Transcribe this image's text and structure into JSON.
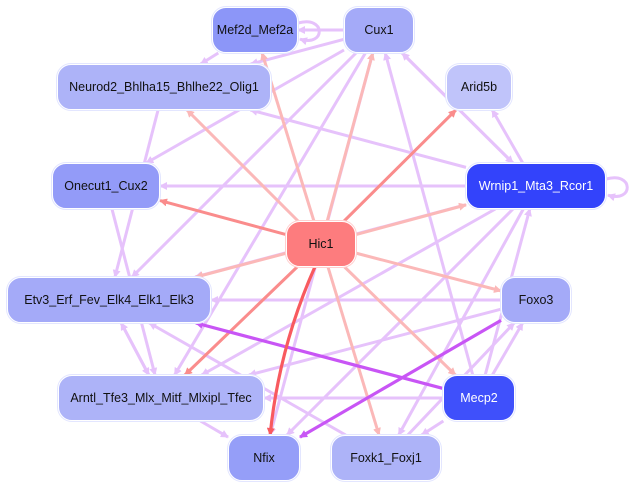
{
  "diagram": {
    "type": "gene regulatory network",
    "colors": {
      "edge_from_hic1_strong": "#f85a5f",
      "edge_from_hic1_medium": "#fa8c8c",
      "edge_from_hic1_light": "#fbb8b8",
      "edge_from_mecp2": "#c855f5",
      "edge_other": "#e6c2fb"
    },
    "nodes": [
      {
        "id": "mef2d",
        "label": "Mef2d_Mef2a",
        "fill": "#8c96f8",
        "text_color": "#111111"
      },
      {
        "id": "cux1",
        "label": "Cux1",
        "fill": "#a4aaf8",
        "text_color": "#111111"
      },
      {
        "id": "neurod2",
        "label": "Neurod2_Bhlha15_Bhlhe22_Olig1",
        "fill": "#adb3f8",
        "text_color": "#111111"
      },
      {
        "id": "arid5b",
        "label": "Arid5b",
        "fill": "#c0c4fa",
        "text_color": "#111111"
      },
      {
        "id": "onecut1",
        "label": "Onecut1_Cux2",
        "fill": "#939bf8",
        "text_color": "#111111"
      },
      {
        "id": "wrnip1",
        "label": "Wrnip1_Mta3_Rcor1",
        "fill": "#3343fb",
        "text_color": "#ffffff"
      },
      {
        "id": "hic1",
        "label": "Hic1",
        "fill": "#fd7c7e",
        "text_color": "#111111"
      },
      {
        "id": "etv3",
        "label": "Etv3_Erf_Fev_Elk4_Elk1_Elk3",
        "fill": "#a4aaf8",
        "text_color": "#111111"
      },
      {
        "id": "foxo3",
        "label": "Foxo3",
        "fill": "#a4aaf8",
        "text_color": "#111111"
      },
      {
        "id": "arntl",
        "label": "Arntl_Tfe3_Mlx_Mitf_Mlxipl_Tfec",
        "fill": "#adb3f8",
        "text_color": "#111111"
      },
      {
        "id": "mecp2",
        "label": "Mecp2",
        "fill": "#3f50fb",
        "text_color": "#ffffff"
      },
      {
        "id": "nfix",
        "label": "Nfix",
        "fill": "#959ef8",
        "text_color": "#111111"
      },
      {
        "id": "foxk1",
        "label": "Foxk1_Foxj1",
        "fill": "#adb3f8",
        "text_color": "#111111"
      }
    ],
    "edges": [
      {
        "from": "hic1",
        "to": "onecut1",
        "style": "medium"
      },
      {
        "from": "hic1",
        "to": "nfix",
        "style": "strong",
        "curve": 0.08
      },
      {
        "from": "hic1",
        "to": "wrnip1",
        "style": "light"
      },
      {
        "from": "hic1",
        "to": "arid5b",
        "style": "medium"
      },
      {
        "from": "hic1",
        "to": "neurod2",
        "style": "light"
      },
      {
        "from": "hic1",
        "to": "cux1",
        "style": "light"
      },
      {
        "from": "hic1",
        "to": "mef2d",
        "style": "light"
      },
      {
        "from": "hic1",
        "to": "etv3",
        "style": "light"
      },
      {
        "from": "hic1",
        "to": "foxo3",
        "style": "light"
      },
      {
        "from": "hic1",
        "to": "mecp2",
        "style": "light"
      },
      {
        "from": "hic1",
        "to": "arntl",
        "style": "medium"
      },
      {
        "from": "hic1",
        "to": "foxk1",
        "style": "light"
      },
      {
        "from": "mecp2",
        "to": "etv3",
        "style": "mecp2"
      },
      {
        "from": "foxo3",
        "to": "nfix",
        "style": "mecp2"
      },
      {
        "from": "mecp2",
        "to": "foxk1",
        "style": "other"
      },
      {
        "from": "mecp2",
        "to": "arntl",
        "style": "other"
      },
      {
        "from": "mecp2",
        "to": "foxo3",
        "style": "other"
      },
      {
        "from": "mecp2",
        "to": "wrnip1",
        "style": "other"
      },
      {
        "from": "wrnip1",
        "to": "onecut1",
        "style": "other"
      },
      {
        "from": "wrnip1",
        "to": "neurod2",
        "style": "other"
      },
      {
        "from": "wrnip1",
        "to": "etv3",
        "style": "other"
      },
      {
        "from": "wrnip1",
        "to": "nfix",
        "style": "other"
      },
      {
        "from": "wrnip1",
        "to": "foxk1",
        "style": "other"
      },
      {
        "from": "wrnip1",
        "to": "arntl",
        "style": "other"
      },
      {
        "from": "wrnip1",
        "to": "cux1",
        "style": "other"
      },
      {
        "from": "wrnip1",
        "to": "wrnip1",
        "style": "other",
        "self": true
      },
      {
        "from": "cux1",
        "to": "onecut1",
        "style": "other"
      },
      {
        "from": "cux1",
        "to": "neurod2",
        "style": "other"
      },
      {
        "from": "cux1",
        "to": "etv3",
        "style": "other"
      },
      {
        "from": "cux1",
        "to": "arntl",
        "style": "other"
      },
      {
        "from": "cux1",
        "to": "nfix",
        "style": "other"
      },
      {
        "from": "cux1",
        "to": "mef2d",
        "style": "other"
      },
      {
        "from": "cux1",
        "to": "wrnip1",
        "style": "other"
      },
      {
        "from": "mef2d",
        "to": "mef2d",
        "style": "other",
        "self": true
      },
      {
        "from": "mef2d",
        "to": "neurod2",
        "style": "other"
      },
      {
        "from": "foxo3",
        "to": "etv3",
        "style": "other"
      },
      {
        "from": "foxo3",
        "to": "arntl",
        "style": "other"
      },
      {
        "from": "etv3",
        "to": "arntl",
        "style": "other"
      },
      {
        "from": "arntl",
        "to": "etv3",
        "style": "other"
      },
      {
        "from": "neurod2",
        "to": "etv3",
        "style": "other"
      },
      {
        "from": "foxk1",
        "to": "foxo3",
        "style": "other"
      },
      {
        "from": "foxk1",
        "to": "etv3",
        "style": "other"
      },
      {
        "from": "arntl",
        "to": "nfix",
        "style": "other"
      },
      {
        "from": "onecut1",
        "to": "arntl",
        "style": "other"
      },
      {
        "from": "mecp2",
        "to": "cux1",
        "style": "other"
      },
      {
        "from": "wrnip1",
        "to": "arid5b",
        "style": "other"
      }
    ]
  }
}
